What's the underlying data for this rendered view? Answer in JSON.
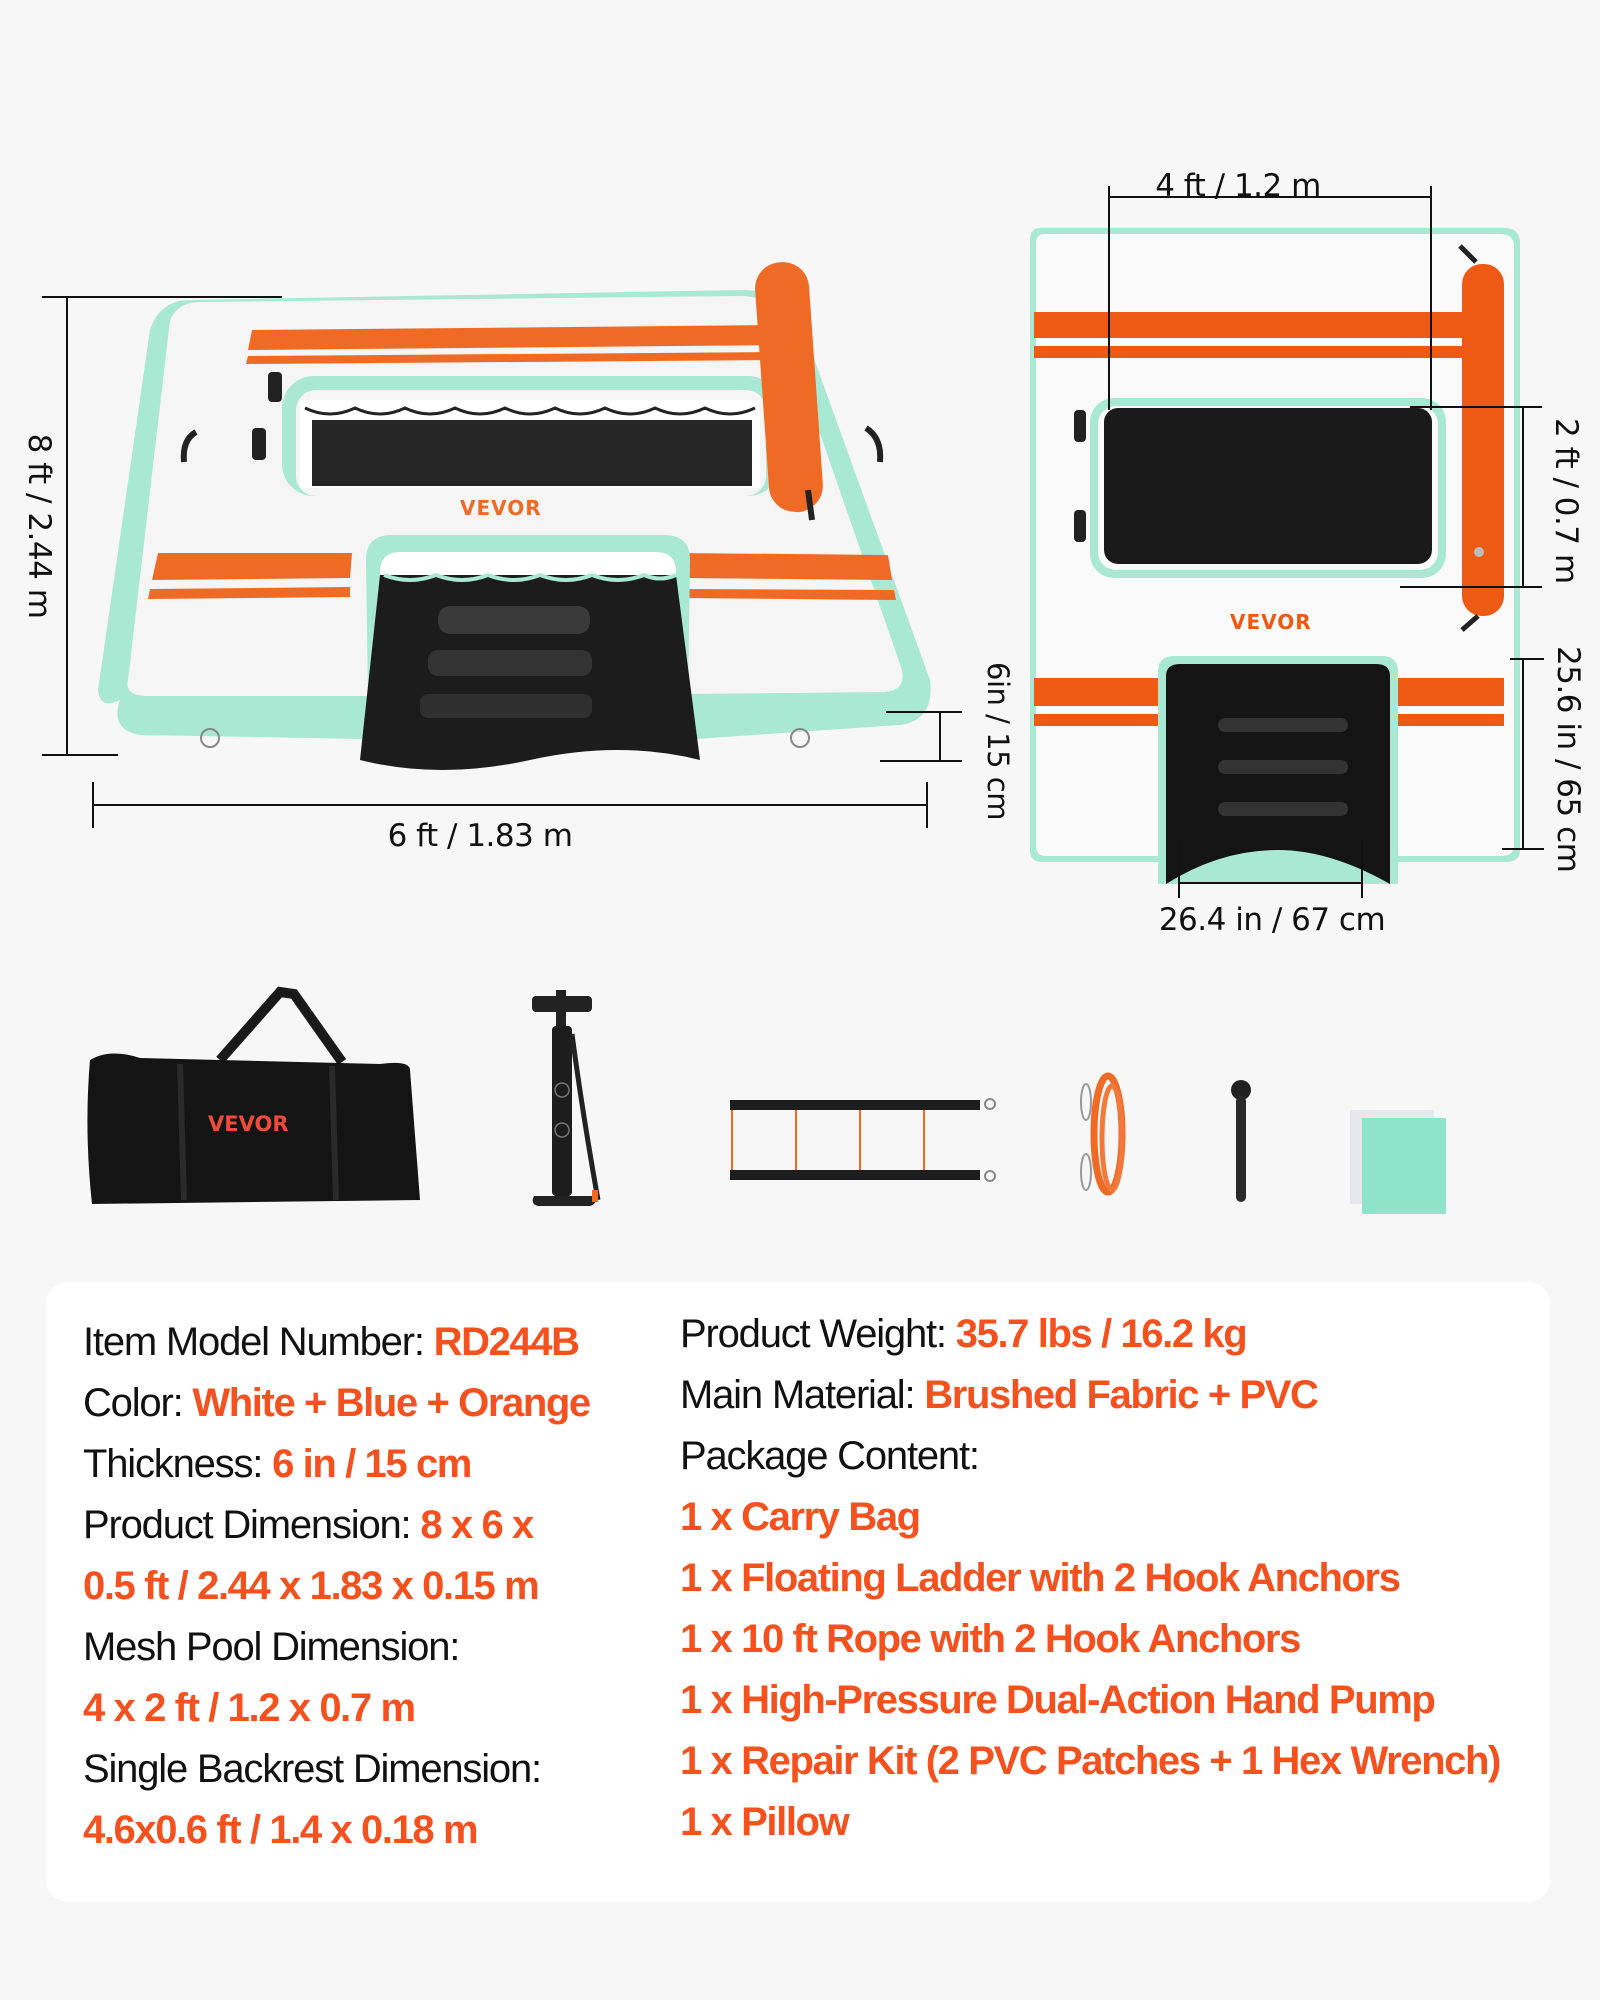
{
  "colors": {
    "background": "#f7f7f7",
    "card": "#ffffff",
    "accent_orange": "#f4511e",
    "mint": "#a9e8d3",
    "text": "#111111"
  },
  "brand": "VEVOR",
  "left_view": {
    "height_label": "8 ft / 2.44 m",
    "width_label": "6 ft / 1.83 m",
    "thickness_label": "6in / 15 cm"
  },
  "right_view": {
    "mesh_width_label": "4 ft / 1.2 m",
    "mesh_depth_label": "2 ft / 0.7 m",
    "ladder_depth_label": "25.6 in / 65 cm",
    "ladder_width_label": "26.4 in / 67 cm"
  },
  "accessories": [
    {
      "name": "carry-bag",
      "brand": "VEVOR"
    },
    {
      "name": "hand-pump"
    },
    {
      "name": "floating-ladder"
    },
    {
      "name": "rope"
    },
    {
      "name": "hex-wrench"
    },
    {
      "name": "pvc-patches"
    }
  ],
  "specs": {
    "left": [
      {
        "label": "Item Model Number: ",
        "value": "RD244B"
      },
      {
        "label": "Color: ",
        "value": "White + Blue + Orange"
      },
      {
        "label": "Thickness: ",
        "value": "6 in / 15 cm"
      },
      {
        "label": "Product Dimension: ",
        "value": "8 x 6 x"
      },
      {
        "label": "",
        "value": "0.5 ft / 2.44 x 1.83 x 0.15 m"
      },
      {
        "label": "Mesh Pool Dimension:",
        "value": ""
      },
      {
        "label": "",
        "value": "4 x 2 ft / 1.2 x 0.7 m"
      },
      {
        "label": "Single Backrest Dimension:",
        "value": ""
      },
      {
        "label": "",
        "value": "4.6x0.6 ft / 1.4 x 0.18 m"
      }
    ],
    "right": [
      {
        "label": "Product Weight: ",
        "value": "35.7 lbs / 16.2 kg"
      },
      {
        "label": "Main Material: ",
        "value": "Brushed Fabric + PVC"
      },
      {
        "label": "Package Content:",
        "value": ""
      },
      {
        "label": "",
        "value": "1 x Carry Bag"
      },
      {
        "label": "",
        "value": "1 x Floating Ladder with 2 Hook Anchors"
      },
      {
        "label": "",
        "value": "1 x 10 ft Rope with 2 Hook Anchors"
      },
      {
        "label": "",
        "value": "1 x High-Pressure Dual-Action Hand Pump"
      },
      {
        "label": "",
        "value": "1 x Repair Kit (2 PVC Patches + 1 Hex Wrench)"
      },
      {
        "label": "",
        "value": "1 x Pillow"
      }
    ]
  }
}
